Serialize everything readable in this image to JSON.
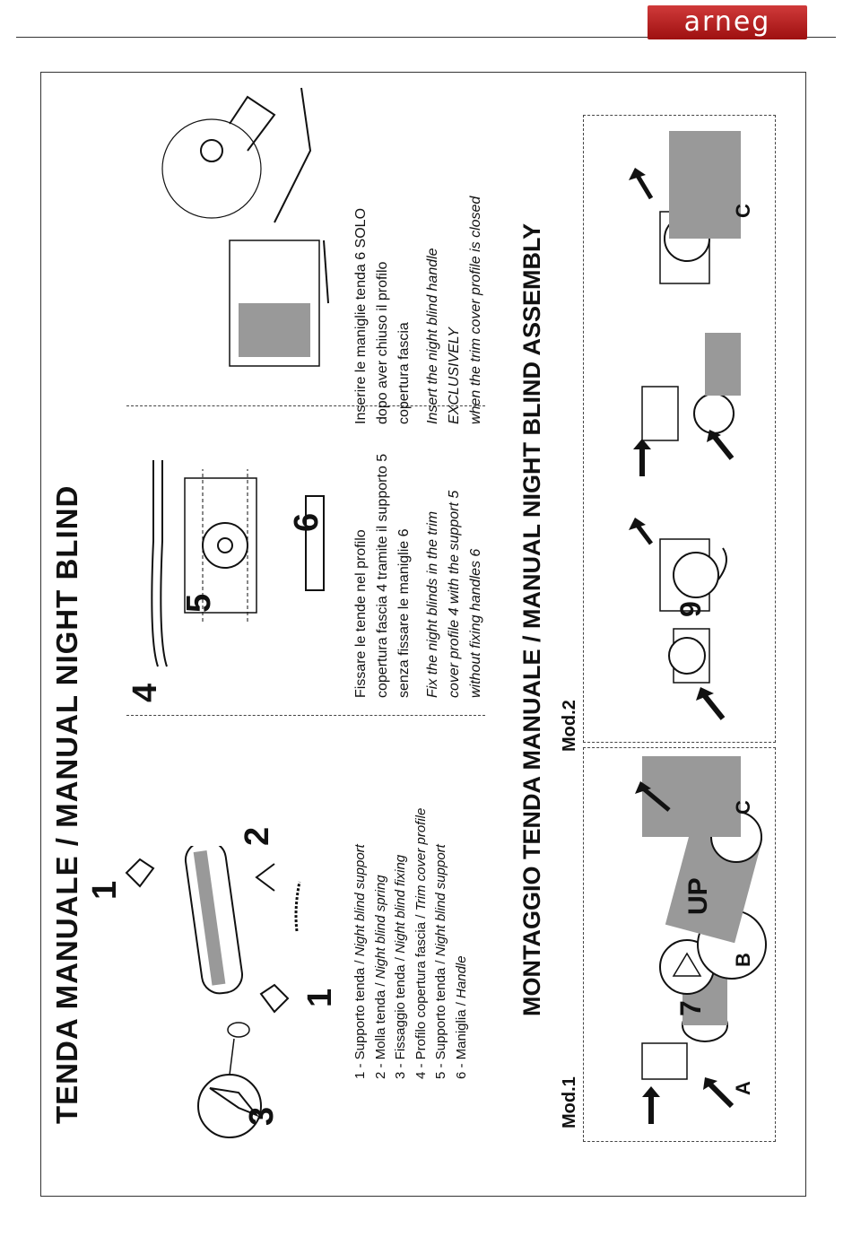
{
  "header": {
    "logo_text": "arneg"
  },
  "section1": {
    "title": "TENDA MANUALE / MANUAL NIGHT BLIND",
    "legend": [
      {
        "it": "1 - Supporto tenda  / ",
        "en": "Night blind support"
      },
      {
        "it": "2 - Molla tenda / ",
        "en": "Night blind spring"
      },
      {
        "it": "3 - Fissaggio tenda / ",
        "en": "Night blind fixing"
      },
      {
        "it": "4 - Profilo copertura fascia / ",
        "en": "Trim cover profile"
      },
      {
        "it": "5 - Supporto tenda / ",
        "en": "Night blind support"
      },
      {
        "it": "6 - Maniglia / ",
        "en": "Handle"
      }
    ],
    "callouts": [
      "1",
      "1",
      "2",
      "3",
      "4",
      "5",
      "6"
    ],
    "note_fix": {
      "it": [
        "Fissare le tende nel profilo",
        "copertura fascia 4 tramite il supporto 5",
        "senza fissare le maniglie 6"
      ],
      "en": [
        "Fix the night blinds in the trim",
        "cover profile 4 with the support 5",
        "without fixing handles 6"
      ]
    },
    "note_insert": {
      "it": [
        "Inserire le maniglie tenda 6 SOLO",
        "dopo aver chiuso il profilo",
        "copertura fascia"
      ],
      "en": [
        "Insert the night blind handle",
        "EXCLUSIVELY",
        "when the trim cover profile is closed"
      ]
    }
  },
  "section2": {
    "title": "MONTAGGIO TENDA MANUALE / MANUAL NIGHT BLIND ASSEMBLY",
    "mod1": {
      "label": "Mod.1",
      "steps": [
        "A",
        "B",
        "C"
      ],
      "up_label": "UP",
      "callout": "7"
    },
    "mod2": {
      "label": "Mod.2",
      "step": "C",
      "callout": "9"
    }
  },
  "colors": {
    "logo_red": "#b81c1c",
    "shading": "#999999"
  }
}
